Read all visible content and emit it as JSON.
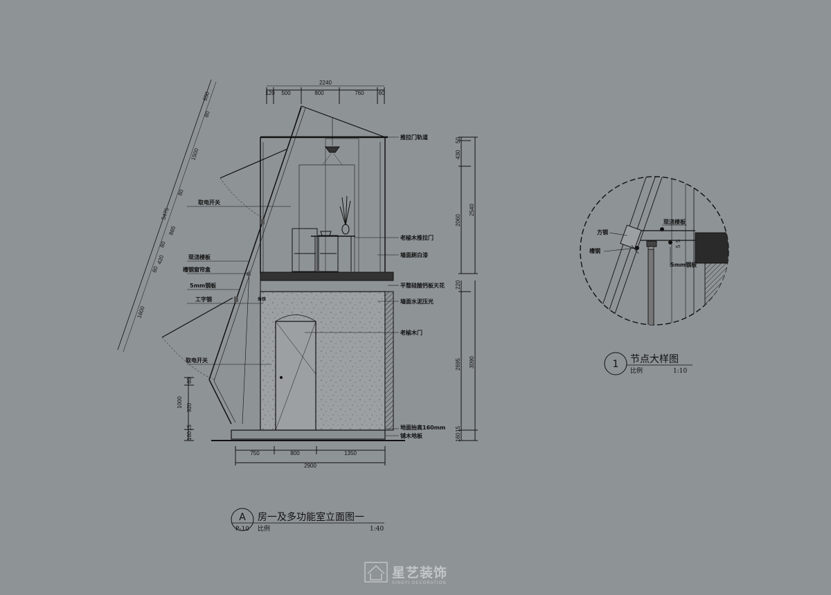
{
  "elevation": {
    "top_dims": {
      "total": "2240",
      "segments": [
        "120",
        "500",
        "800",
        "760",
        "60"
      ]
    },
    "bottom_dims": {
      "total": "2900",
      "segments": [
        "750",
        "800",
        "1350"
      ]
    },
    "left_dims": [
      "1000",
      "920",
      "80",
      "160",
      "15"
    ],
    "right_dims": {
      "upper_total": "2540",
      "upper_segments": [
        "50",
        "430",
        "2060"
      ],
      "lower_total": "3090",
      "lower_segments": [
        "220",
        "2695"
      ],
      "bottom_segments": [
        "160",
        "15"
      ]
    },
    "slope_dims": {
      "total": "5475",
      "segments": [
        "650",
        "80",
        "1500",
        "80",
        "865",
        "80",
        "420",
        "80",
        "1600"
      ]
    },
    "labels_right": [
      "推拉门轨道",
      "老榆木推拉门",
      "墙面刷白漆",
      "平整硅酸钙板天花",
      "墙面水泥压光",
      "老榆木门",
      "地面抬高160mm",
      "铺木地板"
    ],
    "labels_left": [
      "取电开关",
      "现浇楼板",
      "槽钢窗帘盒",
      "5mm钢板",
      "工字钢",
      "取电开关"
    ],
    "label_inner": "角铁",
    "title": {
      "letter": "A",
      "sheet": "P-10",
      "name": "房一及多功能室立面图一",
      "scale_label": "比例",
      "scale": "1:40"
    }
  },
  "detail": {
    "labels": [
      "现浇楼板",
      "方钢",
      "槽钢",
      "5mm钢板"
    ],
    "small_dims": [
      "5",
      "5"
    ],
    "title": {
      "number": "1",
      "name": "节点大样图",
      "scale_label": "比例",
      "scale": "1:10"
    }
  },
  "watermark": {
    "name": "星艺装饰",
    "sub": "XINGYI DECORATION"
  }
}
